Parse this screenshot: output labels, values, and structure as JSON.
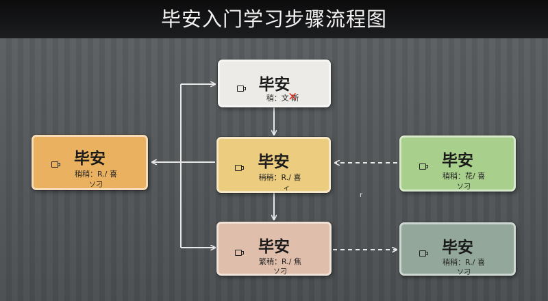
{
  "title": "毕安入门学习步骤流程图",
  "nodes": {
    "top": {
      "title": "毕安",
      "sub": "稍：文 斯"
    },
    "left": {
      "title": "毕安",
      "sub": "稍稍：R./ 喜",
      "sub2": "ソ刁"
    },
    "mid": {
      "title": "毕安",
      "sub": "稍稍：R./ 喜",
      "sub2": "ィ"
    },
    "right": {
      "title": "毕安",
      "sub": "稍稍：花/ 喜",
      "sub2": "ソ刁"
    },
    "bot": {
      "title": "毕安",
      "sub": "繁稍：R./ 焦",
      "sub2": "ソ刁"
    },
    "botr": {
      "title": "毕安",
      "sub": "稍稍：R./ 喜",
      "sub2": "ソ刁"
    }
  },
  "edge_label": "r",
  "colors": {
    "top": "#ecebe7",
    "left": "#eab260",
    "mid": "#eccd80",
    "right": "#a8cf8c",
    "bot": "#dfbeab",
    "botr": "#93a89b",
    "connector": "#e9e9e9",
    "x_mark": "#d93a2e"
  },
  "icons": {
    "node_icon": "cup-icon",
    "x_mark": "x-mark-icon"
  }
}
